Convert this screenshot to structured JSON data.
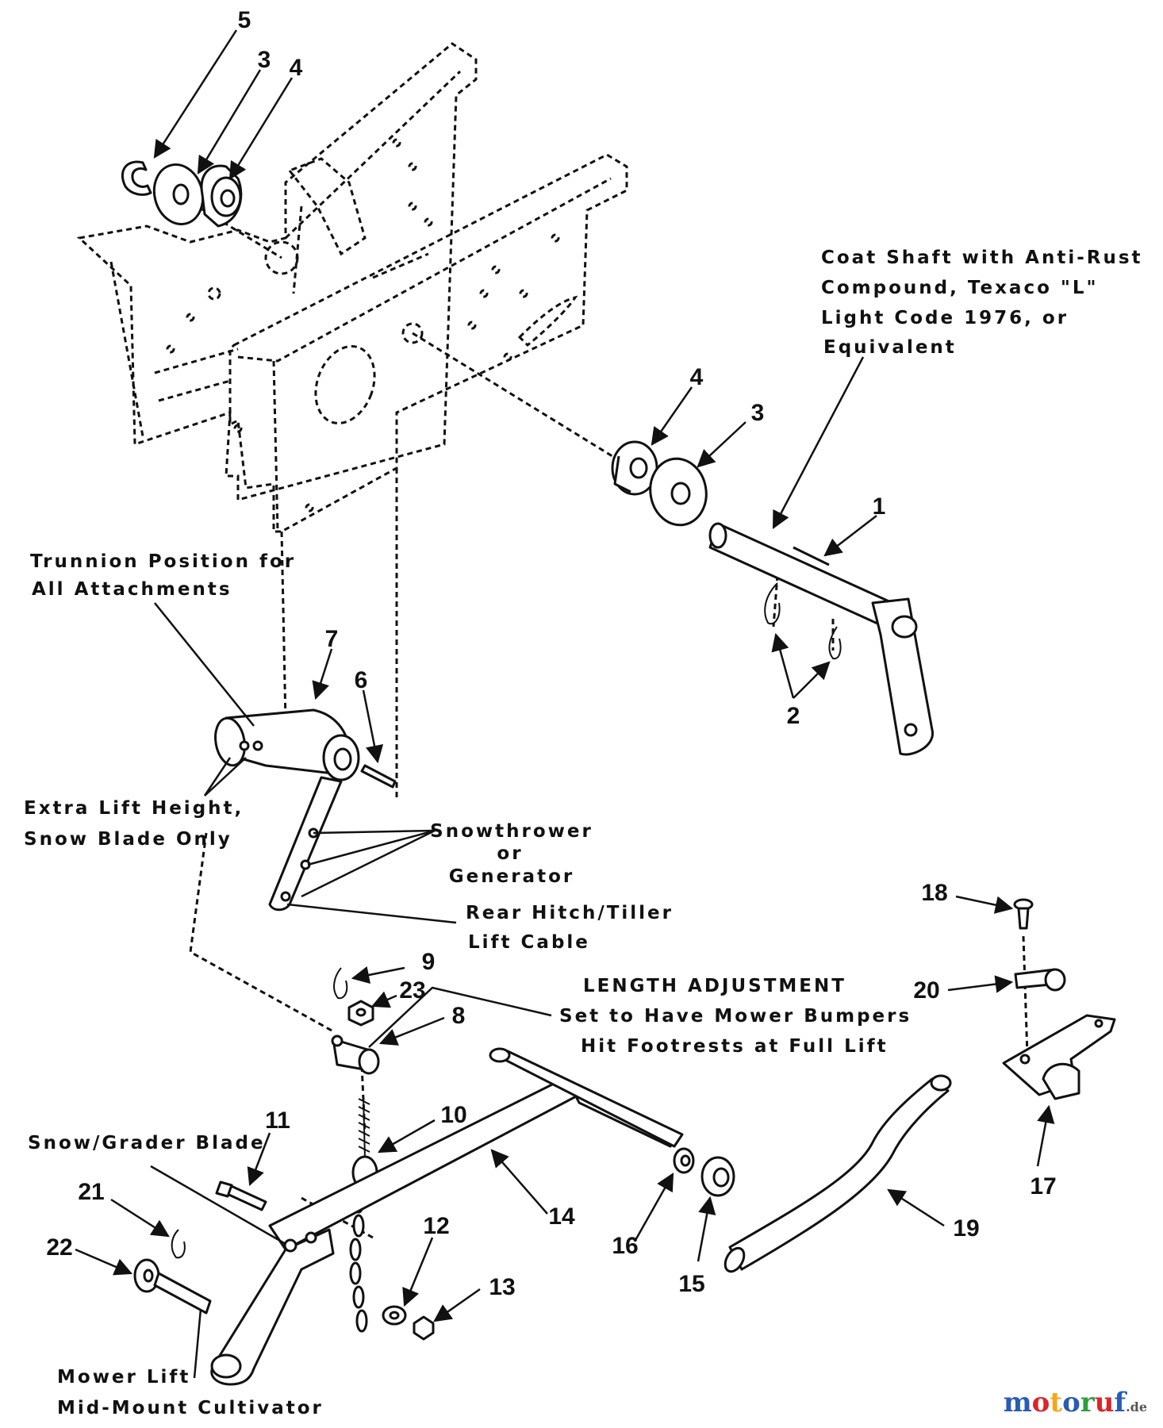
{
  "notes": {
    "coat_shaft": [
      "Coat Shaft with Anti-Rust",
      "Compound, Texaco \"L\"",
      "Light Code 1976, or",
      "Equivalent"
    ],
    "trunnion": [
      "Trunnion Position for",
      "All Attachments"
    ],
    "extra_lift": [
      "Extra Lift Height,",
      "Snow Blade Only"
    ],
    "snowthrower": [
      "Snowthrower",
      "or",
      "Generator"
    ],
    "rear_hitch": [
      "Rear Hitch/Tiller",
      "Lift Cable"
    ],
    "length_adjustment": [
      "LENGTH ADJUSTMENT",
      "Set to Have Mower Bumpers",
      "Hit Footrests at Full Lift"
    ],
    "snow_grader": "Snow/Grader Blade",
    "mower_lift": [
      "Mower Lift",
      "Mid-Mount Cultivator"
    ]
  },
  "part_numbers": [
    "5",
    "3",
    "4",
    "4",
    "3",
    "1",
    "2",
    "7",
    "6",
    "9",
    "23",
    "8",
    "10",
    "11",
    "21",
    "22",
    "12",
    "13",
    "14",
    "16",
    "15",
    "19",
    "18",
    "20",
    "17"
  ],
  "watermark": {
    "main": "motoruf",
    "suffix": ".de",
    "colors": [
      "#2a5bb5",
      "#d9262b",
      "#f2a81d",
      "#2a5bb5",
      "#2f9d3f",
      "#d9262b",
      "#2a5bb5"
    ]
  }
}
